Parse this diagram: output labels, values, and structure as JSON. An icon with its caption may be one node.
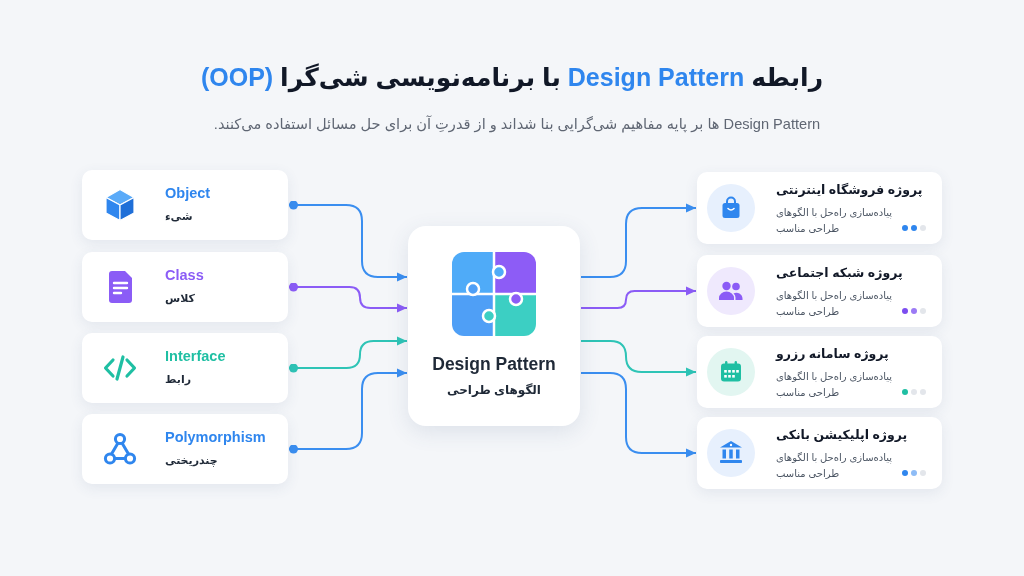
{
  "diagram": {
    "title": "رابطه Design Pattern با برنامه‌نویسی شی‌گرا (OOP)",
    "nodes": [
      {
        "text": [
          "Object",
          "شیء"
        ]
      },
      {
        "text": [
          "Class",
          "کلاس"
        ]
      },
      {
        "text": [
          "Interface",
          "رابط"
        ]
      },
      {
        "text": [
          "Polymorphism",
          "چندریختی"
        ]
      },
      {
        "text": [
          "Design Pattern",
          "الگوهای طراحی"
        ]
      },
      {
        "text": [
          "پروژه فروشگاه اینترنتی",
          "پیاده‌سازی راه‌حل با الگوهای طراحی مناسب"
        ]
      },
      {
        "text": [
          "پروژه شبکه اجتماعی",
          "پیاده‌سازی راه‌حل با الگوهای طراحی مناسب"
        ]
      },
      {
        "text": [
          "پروژه سامانه رزرو",
          "پیاده‌سازی راه‌حل با الگوهای طراحی مناسب"
        ]
      },
      {
        "text": [
          "پروژه اپلیکیشن بانکی",
          "پیاده‌سازی راه‌حل با الگوهای طراحی مناسب"
        ]
      }
    ],
    "edges": [
      {
        "from": 0,
        "to": 4,
        "arrow": "to"
      },
      {
        "from": 1,
        "to": 4,
        "arrow": "to",
        "color": "#8b5cf6"
      },
      {
        "from": 2,
        "to": 4,
        "arrow": "to",
        "color": "#2ec4b6"
      },
      {
        "from": 3,
        "to": 4,
        "arrow": "to"
      },
      {
        "from": 4,
        "to": 5,
        "arrow": "to"
      },
      {
        "from": 4,
        "to": 6,
        "arrow": "to",
        "color": "#8b5cf6"
      },
      {
        "from": 4,
        "to": 7,
        "arrow": "to",
        "color": "#2ec4b6"
      },
      {
        "from": 4,
        "to": 8,
        "arrow": "to"
      }
    ],
    "labels": [
      "Design Pattern ها بر پایه مفاهیم شی‌گرایی بنا شداند و از قدرتِ آن برای حل مسائل استفاده می‌کنند."
    ]
  }
}
